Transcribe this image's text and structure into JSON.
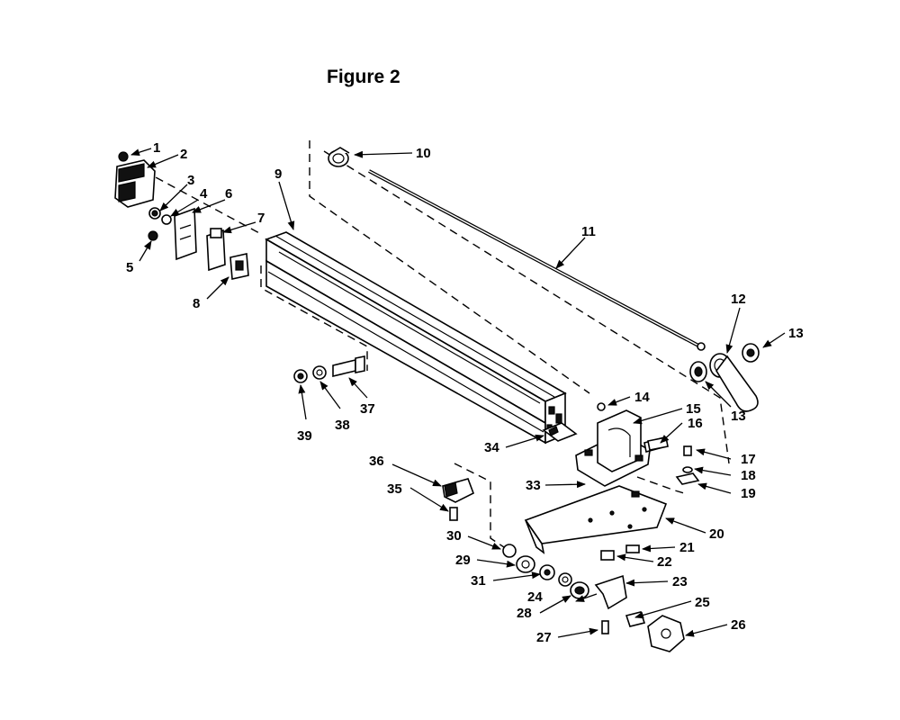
{
  "figure": {
    "title": "Figure 2"
  },
  "callouts": [
    "1",
    "2",
    "3",
    "4",
    "5",
    "6",
    "7",
    "8",
    "9",
    "10",
    "11",
    "12",
    "13",
    "13",
    "14",
    "15",
    "16",
    "17",
    "18",
    "19",
    "20",
    "21",
    "22",
    "23",
    "24",
    "25",
    "26",
    "27",
    "28",
    "29",
    "30",
    "31",
    "33",
    "34",
    "35",
    "36",
    "37",
    "38",
    "39"
  ]
}
